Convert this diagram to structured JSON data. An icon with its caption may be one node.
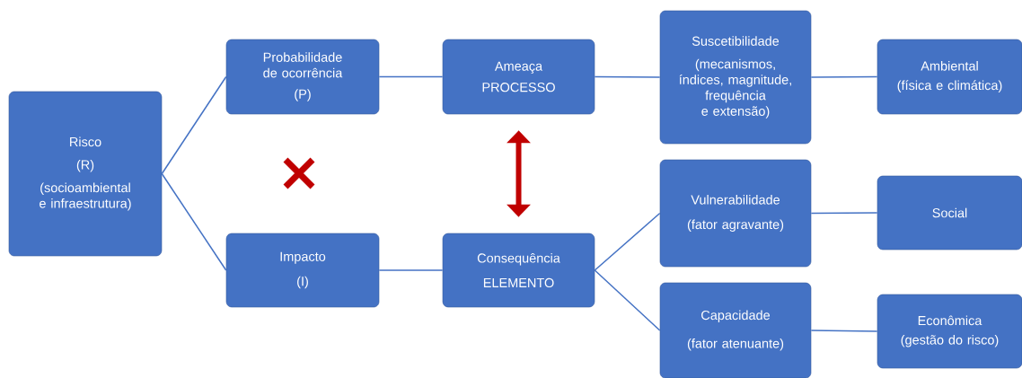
{
  "diagram": {
    "nodes": [
      {
        "text": [
          "Risco",
          "(R)",
          "(socioambiental e infraestrutura)"
        ]
      },
      {
        "text": [
          "Probabilidade de ocorrência",
          "(P)"
        ]
      },
      {
        "text": [
          "Impacto",
          "(I)"
        ]
      },
      {
        "text": [
          "Ameaça",
          "PROCESSO"
        ]
      },
      {
        "text": [
          "Consequência",
          "ELEMENTO"
        ]
      },
      {
        "text": [
          "Suscetibilidade",
          "(mecanismos, índices, magnitude, frequência e extensão)"
        ]
      },
      {
        "text": [
          "Vulnerabilidade",
          "(fator agravante)"
        ]
      },
      {
        "text": [
          "Capacidade",
          "(fator atenuante)"
        ]
      },
      {
        "text": [
          "Ambiental",
          "(física e climática)"
        ]
      },
      {
        "text": [
          "Social"
        ]
      },
      {
        "text": [
          "Econômica",
          "(gestão do risco)"
        ]
      }
    ],
    "edges": [
      {
        "from": 0,
        "to": 1,
        "arrow": "none"
      },
      {
        "from": 0,
        "to": 2,
        "arrow": "none"
      },
      {
        "from": 1,
        "to": 3,
        "arrow": "none"
      },
      {
        "from": 2,
        "to": 4,
        "arrow": "none"
      },
      {
        "from": 3,
        "to": 5,
        "arrow": "none"
      },
      {
        "from": 4,
        "to": 6,
        "arrow": "none"
      },
      {
        "from": 4,
        "to": 7,
        "arrow": "none"
      },
      {
        "from": 5,
        "to": 8,
        "arrow": "none"
      },
      {
        "from": 6,
        "to": 9,
        "arrow": "none"
      },
      {
        "from": 7,
        "to": 10,
        "arrow": "none"
      },
      {
        "from": 3,
        "to": 4,
        "arrow": "both",
        "style": "thick",
        "color": "#c00000"
      }
    ]
  }
}
